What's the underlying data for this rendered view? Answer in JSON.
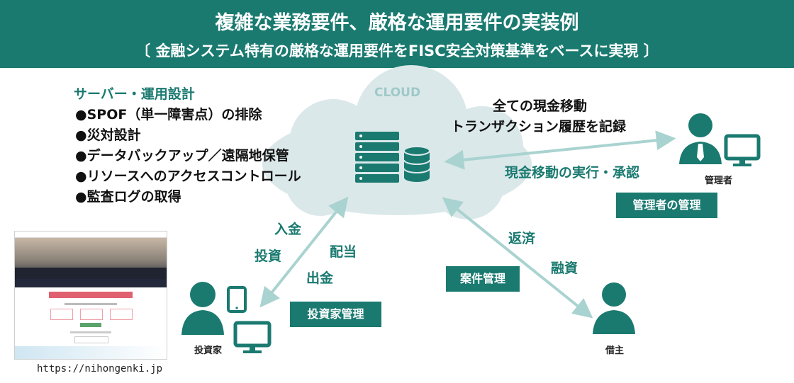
{
  "header": {
    "title": "複雑な業務要件、厳格な運用要件の実装例",
    "subtitle": "〔 金融システム特有の厳格な運用要件をFISC安全対策基準をベースに実現 〕"
  },
  "requirements": {
    "title": "サーバー・運用設計",
    "items": [
      "●SPOF（単一障害点）の排除",
      "●災対設計",
      "●データバックアップ／遠隔地保管",
      "●リソースへのアクセスコントロール",
      "●監査ログの取得"
    ]
  },
  "cloud": {
    "label": "CLOUD"
  },
  "admin": {
    "note_line1": "全ての現金移動",
    "note_line2": "トランザクション履歴を記録",
    "flow": "現金移動の実行・承認",
    "name": "管理者",
    "tag": "管理者の管理"
  },
  "investor": {
    "flows": [
      "入金",
      "投資",
      "配当",
      "出金"
    ],
    "name": "投資家",
    "tag": "投資家管理"
  },
  "borrower": {
    "flows": [
      "返済",
      "融資"
    ],
    "name": "借主",
    "tag": "案件管理"
  },
  "website": {
    "url": "https://nihongenki.jp"
  },
  "colors": {
    "brand": "#1a7a70",
    "cloud": "#dbe8ea",
    "arrow": "#a9d3d0",
    "icon": "#1a7a70"
  }
}
